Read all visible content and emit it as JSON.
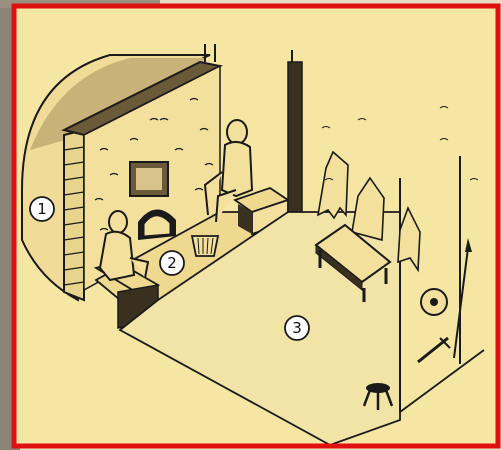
{
  "diagram": {
    "labels": [
      {
        "id": "1",
        "text": "1"
      },
      {
        "id": "2",
        "text": "2"
      },
      {
        "id": "3",
        "text": "3"
      }
    ],
    "colors": {
      "border": "#e01010",
      "paper": "#f5e6a3",
      "ink": "#1a1a1a",
      "stipple": "#3a3020"
    }
  }
}
